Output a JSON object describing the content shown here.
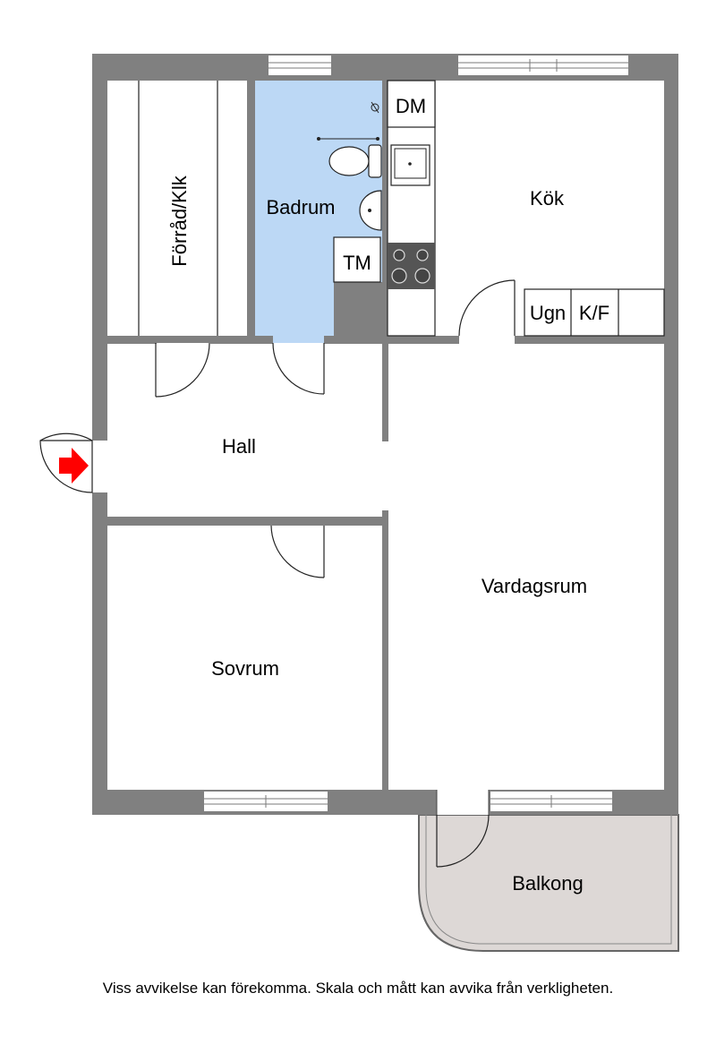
{
  "rooms": {
    "storage": "Förråd/Klk",
    "bathroom": "Badrum",
    "dishwasher": "DM",
    "kitchen": "Kök",
    "washer": "TM",
    "oven": "Ugn",
    "fridge": "K/F",
    "hall": "Hall",
    "living": "Vardagsrum",
    "bedroom": "Sovrum",
    "balcony": "Balkong"
  },
  "disclaimer": "Viss avvikelse kan förekomma. Skala och mått kan avvika från verkligheten.",
  "colors": {
    "wall": "#808080",
    "bathroom_fill": "#bcd8f5",
    "balcony_fill": "#ddd8d6",
    "entrance_arrow": "#ff0000",
    "stove": "#555555"
  },
  "icons": {
    "entrance": "red-arrow-icon"
  }
}
